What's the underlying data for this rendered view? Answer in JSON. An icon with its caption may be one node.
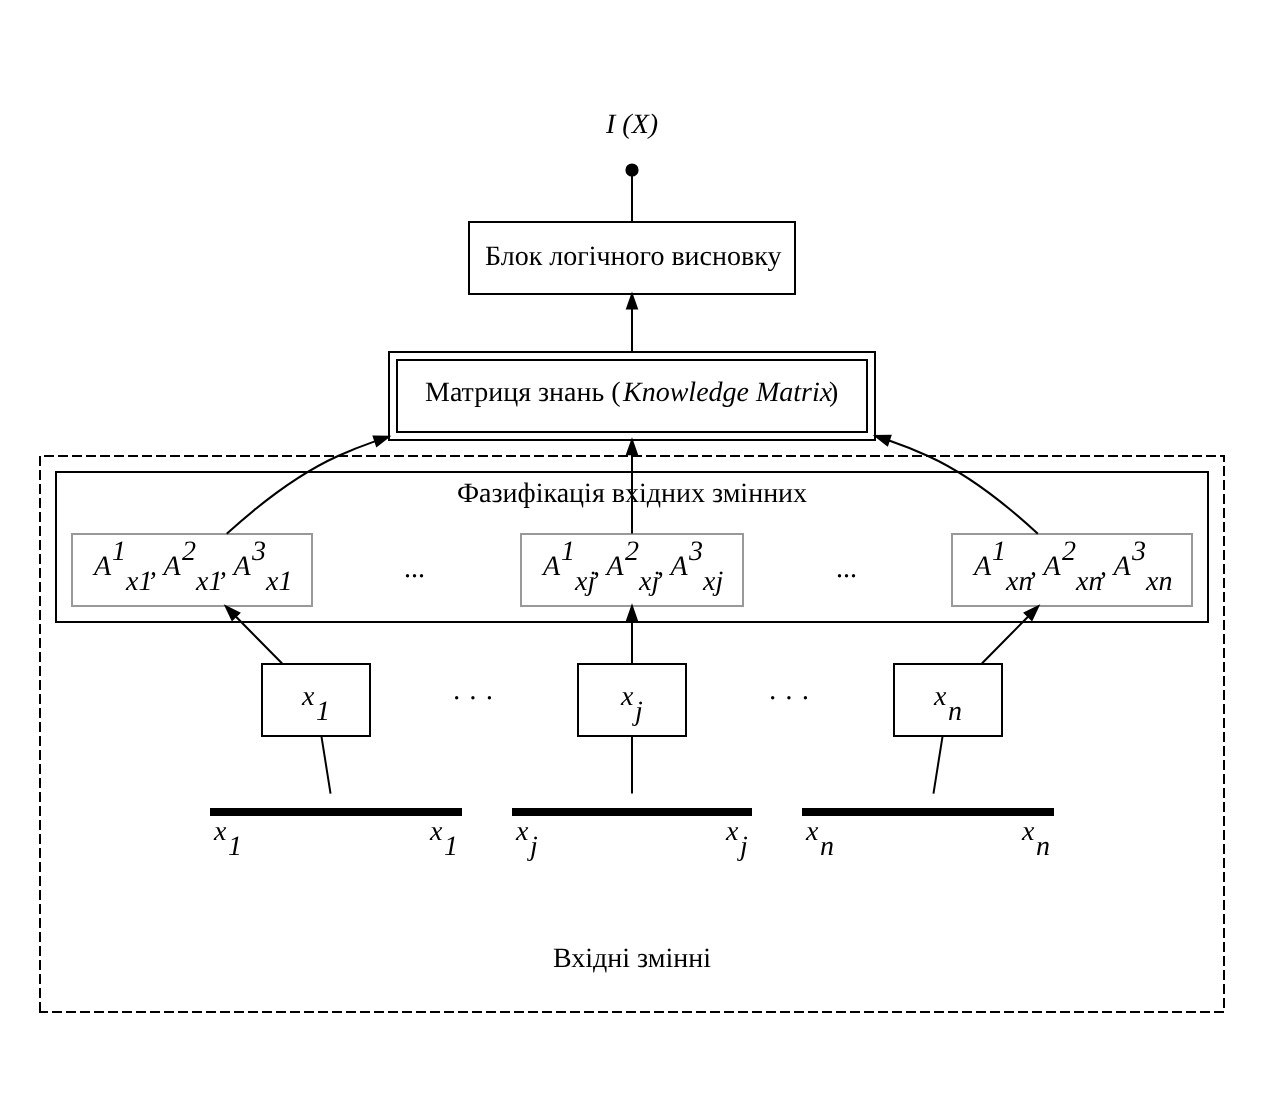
{
  "diagram": {
    "nodes": [
      {
        "text": [
          "I (X)"
        ]
      },
      {
        "text": [
          "Блок логічного висновку"
        ]
      },
      {
        "text": [
          "Матриця знань (*Knowledge Matrix*)"
        ]
      },
      {
        "text": [],
        "shape": "box"
      },
      {
        "text": [
          "Фазифікація вхідних змінних"
        ],
        "in": 3
      },
      {
        "text": [
          "A$^{1}$$_{x1}$, A$^{2}$$_{x1}$, A$^{3}$$_{x1}$"
        ],
        "in": 4
      },
      {
        "text": [
          "A$^{1}$$_{xj}$, A$^{2}$$_{xj}$, A$^{3}$$_{xj}$"
        ],
        "in": 4
      },
      {
        "text": [
          "A$^{1}$$_{xn}$, A$^{2}$$_{xn}$, A$^{3}$$_{xn}$"
        ],
        "in": 4
      },
      {
        "text": [
          "x$_{1}$"
        ],
        "in": 3
      },
      {
        "text": [
          "x$_{j}$"
        ],
        "in": 3
      },
      {
        "text": [
          "x$_{n}$"
        ],
        "in": 3
      },
      {
        "text": [
          "x$_{1}$",
          "x$_{1}$"
        ],
        "in": 3
      },
      {
        "text": [
          "x$_{j}$",
          "x$_{j}$"
        ],
        "in": 3
      },
      {
        "text": [
          "x$_{n}$",
          "x$_{n}$"
        ],
        "in": 3
      }
    ],
    "edges": [
      {
        "from": 1,
        "to": 0,
        "arrow": "other"
      },
      {
        "from": 2,
        "to": 1,
        "arrow": "to"
      },
      {
        "from": 5,
        "to": 2,
        "arrow": "to"
      },
      {
        "from": 6,
        "to": 2,
        "arrow": "to"
      },
      {
        "from": 7,
        "to": 2,
        "arrow": "to"
      },
      {
        "from": 8,
        "to": 5,
        "arrow": "to"
      },
      {
        "from": 9,
        "to": 6,
        "arrow": "to"
      },
      {
        "from": 10,
        "to": 7,
        "arrow": "to"
      },
      {
        "from": 11,
        "to": 8,
        "arrow": "none"
      },
      {
        "from": 12,
        "to": 9,
        "arrow": "none"
      },
      {
        "from": 13,
        "to": 10,
        "arrow": "none"
      }
    ],
    "labels": [
      "...",
      "...",
      "· · ·",
      "· · ·",
      "Вхідні змінні"
    ]
  }
}
